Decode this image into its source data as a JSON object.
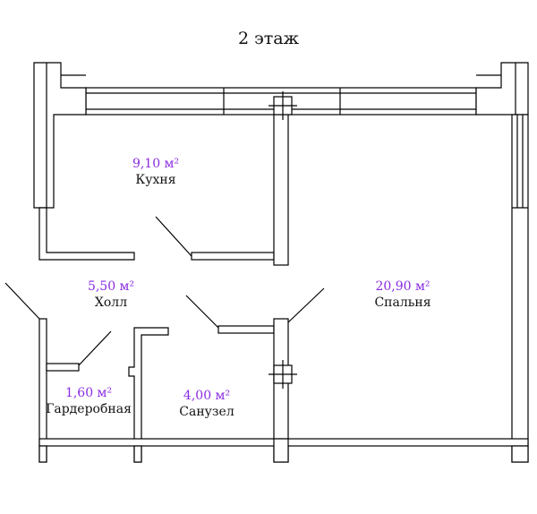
{
  "plan": {
    "title": "2 этаж",
    "rooms": [
      {
        "id": "kitchen",
        "area": "9,10 м²",
        "name": "Кухня"
      },
      {
        "id": "hall",
        "area": "5,50 м²",
        "name": "Холл"
      },
      {
        "id": "bedroom",
        "area": "20,90 м²",
        "name": "Спальня"
      },
      {
        "id": "wardrobe",
        "area": "1,60 м²",
        "name": "Гардеробная"
      },
      {
        "id": "bathroom",
        "area": "4,00 м²",
        "name": "Санузел"
      }
    ]
  },
  "colors": {
    "area_text": "#8a2be2",
    "wall_stroke": "#000000",
    "background": "#ffffff"
  }
}
